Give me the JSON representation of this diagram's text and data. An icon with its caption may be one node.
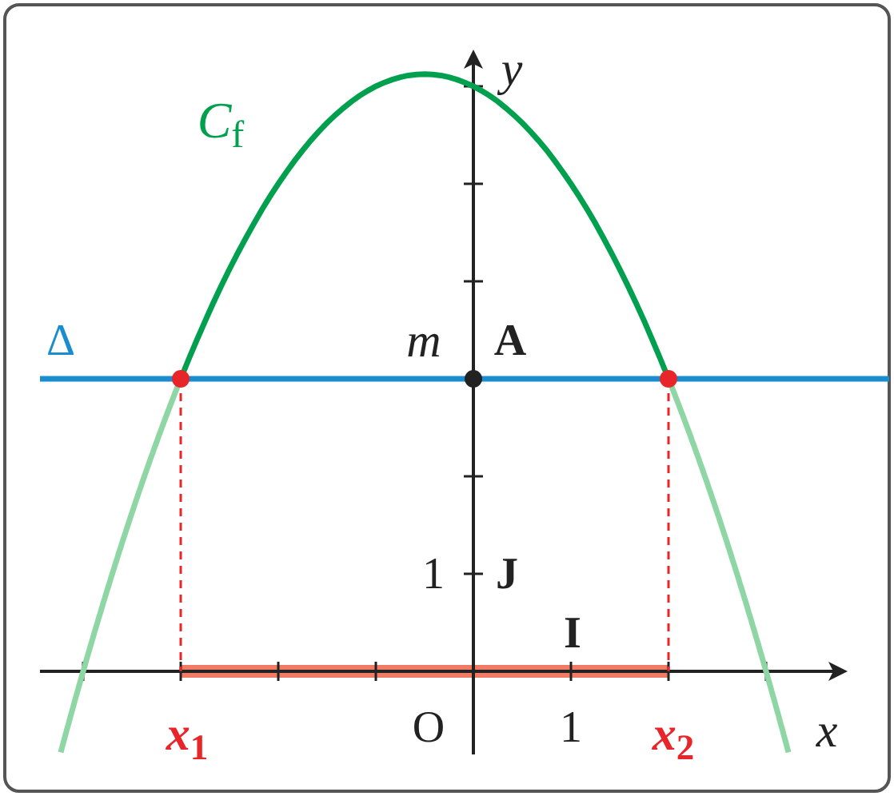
{
  "diagram": {
    "labels": [
      "*C*$_{f}$",
      "*y*",
      "Δ",
      "*m*",
      "A",
      "1",
      "J",
      "I",
      "*x*$_{1}$",
      "O",
      "1",
      "*x*$_{2}$",
      "*x*"
    ]
  }
}
